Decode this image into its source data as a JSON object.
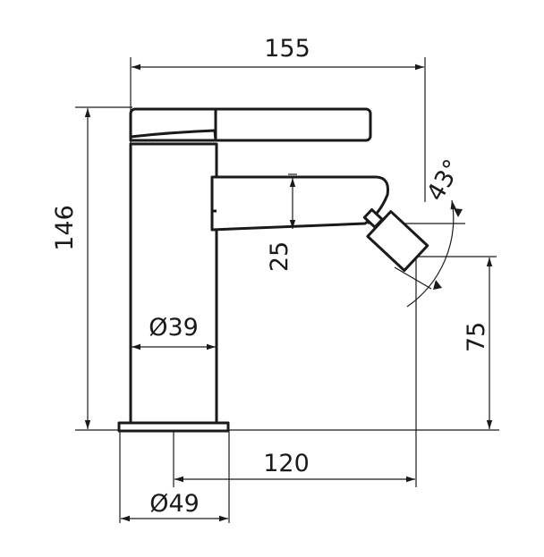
{
  "dimensions": {
    "overall_width": "155",
    "overall_height": "146",
    "spout_height": "25",
    "angle": "43°",
    "outlet_height": "75",
    "projection": "120",
    "body_diameter": "Ø39",
    "base_diameter": "Ø49"
  },
  "colors": {
    "line": "#1a1a1a",
    "background": "#ffffff"
  }
}
